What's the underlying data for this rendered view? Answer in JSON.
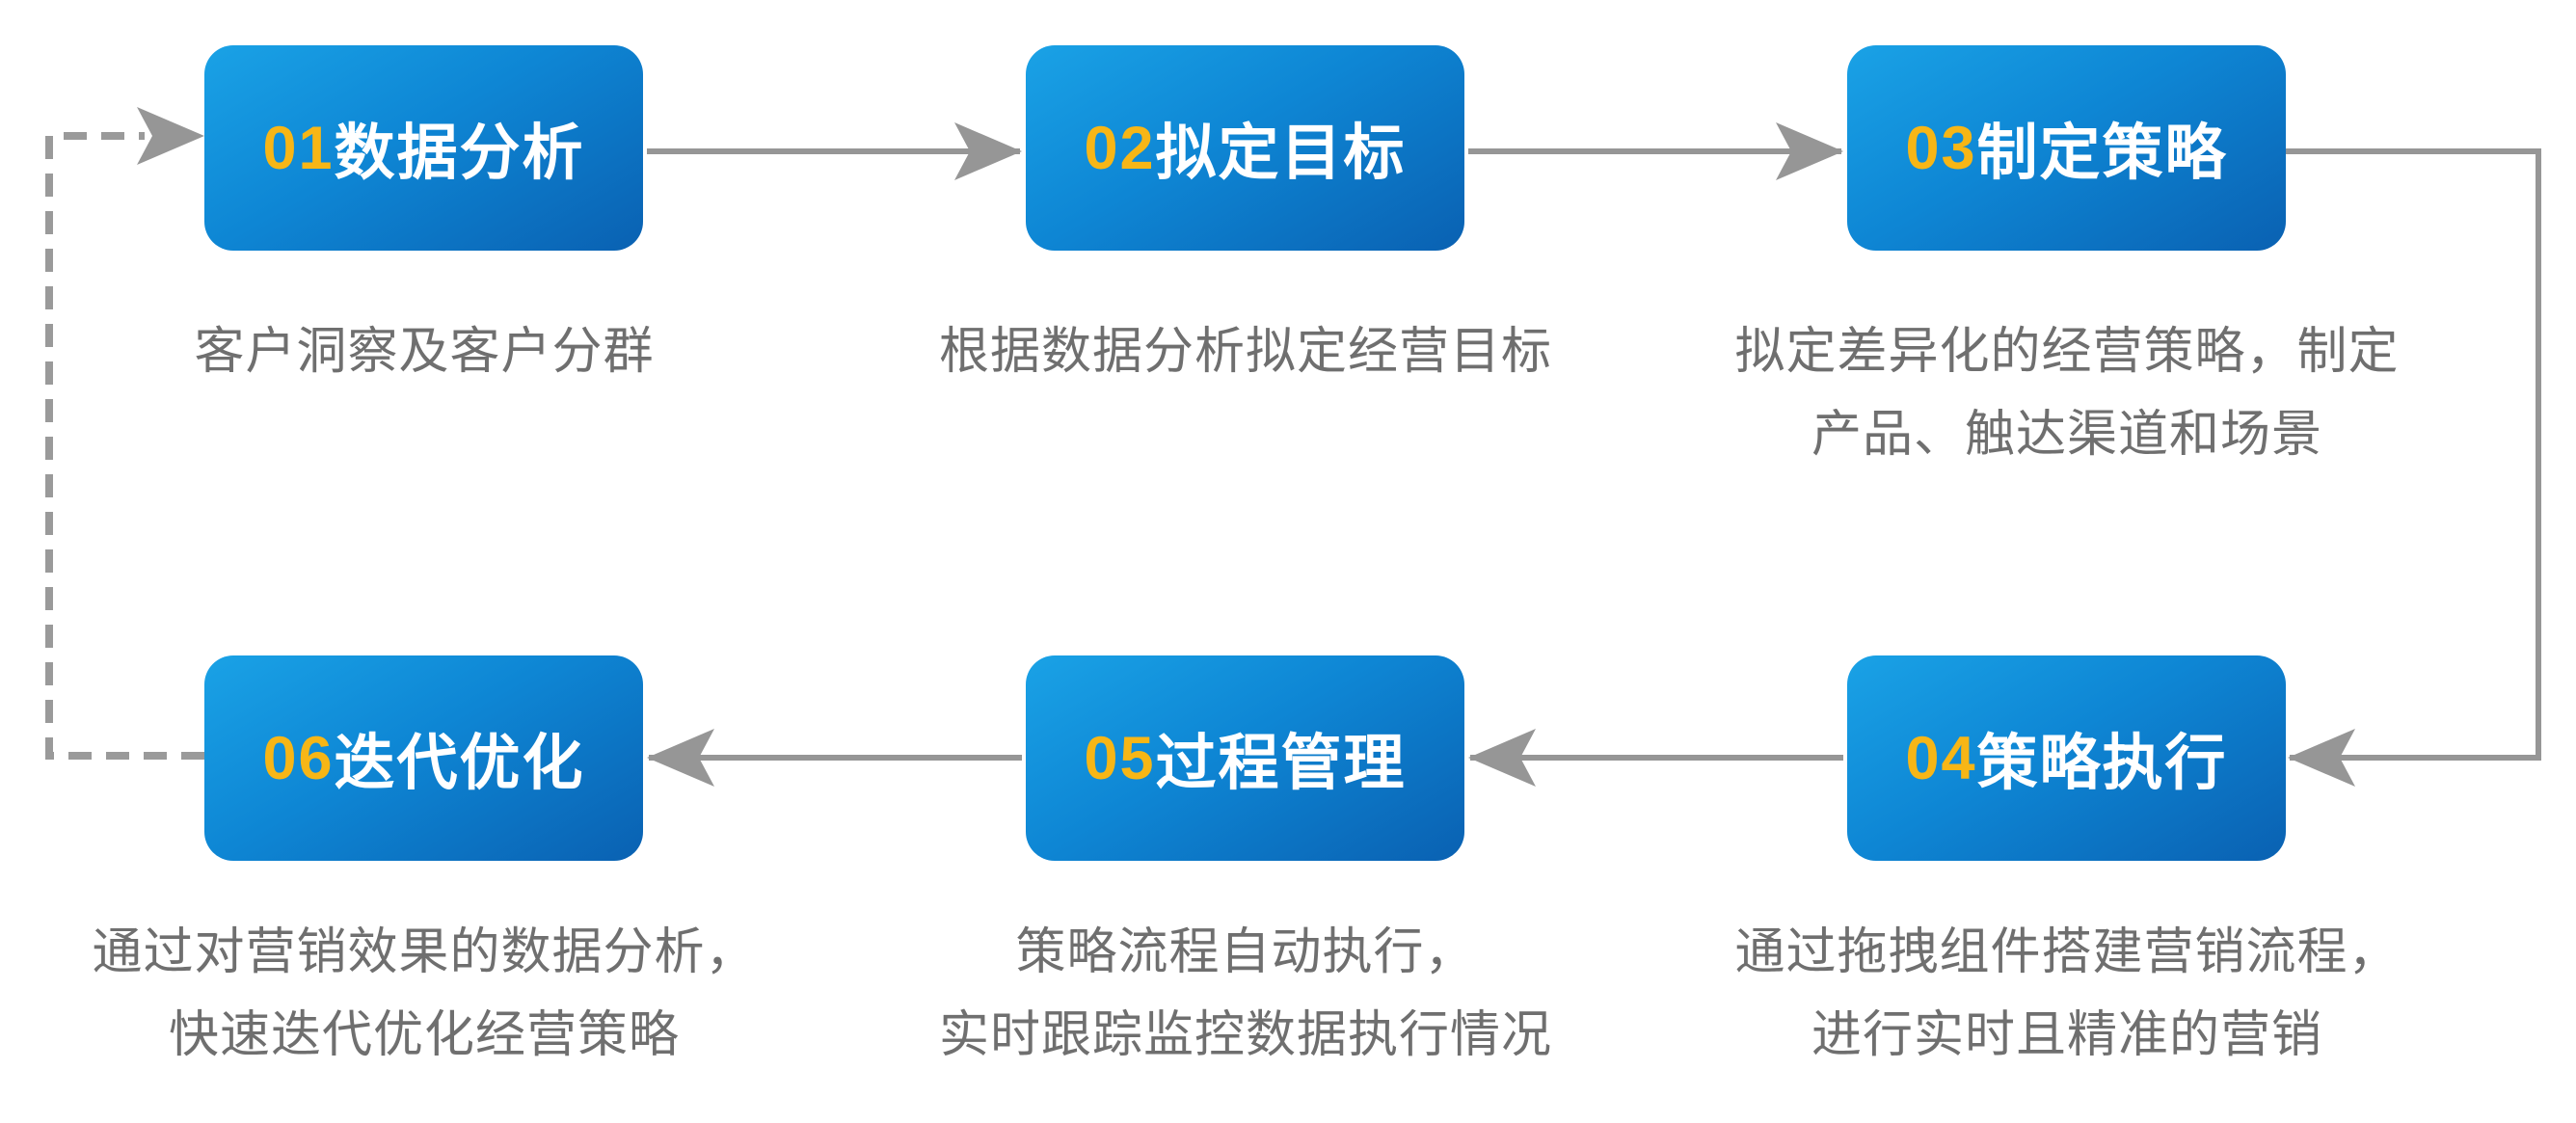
{
  "diagram": {
    "type": "process-loop-flowchart",
    "steps": [
      {
        "number": "01",
        "label": "数据分析",
        "desc_lines": [
          "客户洞察及客户分群"
        ]
      },
      {
        "number": "02",
        "label": "拟定目标",
        "desc_lines": [
          "根据数据分析拟定经营目标"
        ]
      },
      {
        "number": "03",
        "label": "制定策略",
        "desc_lines": [
          "拟定差异化的经营策略，制定",
          "产品、触达渠道和场景"
        ]
      },
      {
        "number": "04",
        "label": "策略执行",
        "desc_lines": [
          "通过拖拽组件搭建营销流程，",
          "进行实时且精准的营销"
        ]
      },
      {
        "number": "05",
        "label": "过程管理",
        "desc_lines": [
          "策略流程自动执行，",
          "实时跟踪监控数据执行情况"
        ]
      },
      {
        "number": "06",
        "label": "迭代优化",
        "desc_lines": [
          "通过对营销效果的数据分析，",
          "快速迭代优化经营策略"
        ]
      }
    ],
    "flow": [
      "01 -> 02",
      "02 -> 03",
      "03 -> 04",
      "04 -> 05",
      "05 -> 06",
      "06 -> 01 (dashed feedback loop)"
    ],
    "colors": {
      "box_gradient_light": "#1aa2e6",
      "box_gradient_dark": "#0a61b2",
      "step_number": "#f7b616",
      "step_label": "#ffffff",
      "description_text": "#6f6f6f",
      "arrow_gray": "#969696",
      "background": "#ffffff"
    }
  }
}
